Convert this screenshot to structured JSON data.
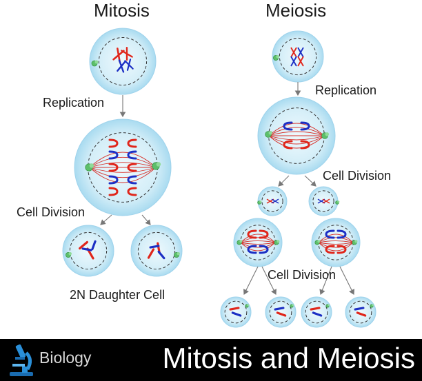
{
  "mitosis_title": "Mitosis",
  "meiosis_title": "Meiosis",
  "labels": {
    "replication_mitosis": "Replication",
    "replication_meiosis": "Replication",
    "cell_division_mitosis": "Cell Division",
    "cell_division_meiosis_1": "Cell Division",
    "cell_division_meiosis_2": "Cell Division",
    "daughter_cell": "2N Daughter Cell"
  },
  "footer": {
    "category": "Biology",
    "title": "Mitosis and Meiosis",
    "icon": "microscope-icon"
  },
  "colors": {
    "cell_fill": "#d4eef8",
    "cell_edge": "#9fd3ec",
    "nucleus": "#eaf7fd",
    "chromosome_red": "#e0261b",
    "chromosome_blue": "#1c2fc4",
    "spindle": "#d8312a",
    "centrosome": "#5cbf6a",
    "footer_bg": "#000000",
    "microscope": "#2a8fd8"
  }
}
